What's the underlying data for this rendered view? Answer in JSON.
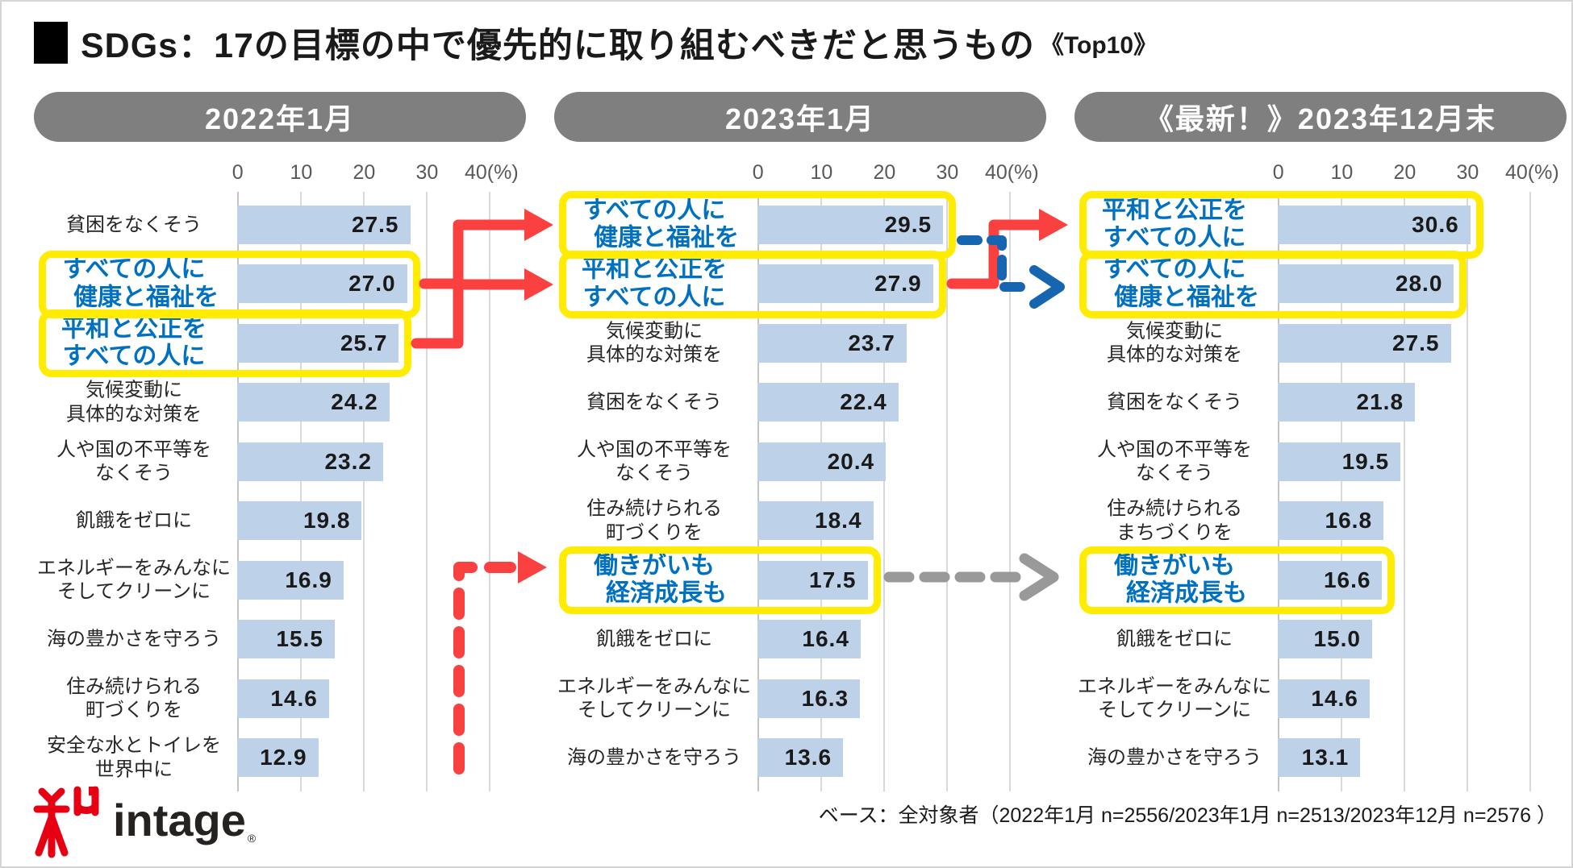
{
  "title": {
    "text": "SDGs：17の目標の中で優先的に取り組むべきだと思うもの",
    "suffix": "《Top10》"
  },
  "axis": {
    "tick_values": [
      0,
      10,
      20,
      30,
      40
    ],
    "tick_labels": [
      "0",
      "10",
      "20",
      "30",
      "40(%)"
    ],
    "max_value": 40
  },
  "chart_data": [
    {
      "type": "bar",
      "orientation": "horizontal",
      "panel_title": "2022年1月",
      "xlim": [
        0,
        40
      ],
      "grid": true,
      "categories": [
        "貧困をなくそう",
        "すべての人に健康と福祉を",
        "平和と公正をすべての人に",
        "気候変動に具体的な対策を",
        "人や国の不平等をなくそう",
        "飢餓をゼロに",
        "エネルギーをみんなにそしてクリーンに",
        "海の豊かさを守ろう",
        "住み続けられる町づくりを",
        "安全な水とトイレを世界中に"
      ],
      "values": [
        27.5,
        27.0,
        25.7,
        24.2,
        23.2,
        19.8,
        16.9,
        15.5,
        14.6,
        12.9
      ],
      "label_lines": [
        [
          "貧困をなくそう"
        ],
        [
          "すべての人に",
          "　健康と福祉を"
        ],
        [
          "平和と公正を",
          "すべての人に"
        ],
        [
          "気候変動に",
          "具体的な対策を"
        ],
        [
          "人や国の不平等を",
          "なくそう"
        ],
        [
          "飢餓をゼロに"
        ],
        [
          "エネルギーをみんなに",
          "そしてクリーンに"
        ],
        [
          "海の豊かさを守ろう"
        ],
        [
          "住み続けられる",
          "町づくりを"
        ],
        [
          "安全な水とトイレを",
          "世界中に"
        ]
      ],
      "highlighted": [
        false,
        true,
        true,
        false,
        false,
        false,
        false,
        false,
        false,
        false
      ]
    },
    {
      "type": "bar",
      "orientation": "horizontal",
      "panel_title": "2023年1月",
      "xlim": [
        0,
        40
      ],
      "grid": true,
      "categories": [
        "すべての人に健康と福祉を",
        "平和と公正をすべての人に",
        "気候変動に具体的な対策を",
        "貧困をなくそう",
        "人や国の不平等をなくそう",
        "住み続けられる町づくりを",
        "働きがいも経済成長も",
        "飢餓をゼロに",
        "エネルギーをみんなにそしてクリーンに",
        "海の豊かさを守ろう"
      ],
      "values": [
        29.5,
        27.9,
        23.7,
        22.4,
        20.4,
        18.4,
        17.5,
        16.4,
        16.3,
        13.6
      ],
      "label_lines": [
        [
          "すべての人に",
          "　健康と福祉を"
        ],
        [
          "平和と公正を",
          "すべての人に"
        ],
        [
          "気候変動に",
          "具体的な対策を"
        ],
        [
          "貧困をなくそう"
        ],
        [
          "人や国の不平等を",
          "なくそう"
        ],
        [
          "住み続けられる",
          "町づくりを"
        ],
        [
          "働きがいも",
          "　経済成長も"
        ],
        [
          "飢餓をゼロに"
        ],
        [
          "エネルギーをみんなに",
          "そしてクリーンに"
        ],
        [
          "海の豊かさを守ろう"
        ]
      ],
      "highlighted": [
        true,
        true,
        false,
        false,
        false,
        false,
        true,
        false,
        false,
        false
      ]
    },
    {
      "type": "bar",
      "orientation": "horizontal",
      "panel_title": "《最新！》2023年12月末",
      "xlim": [
        0,
        40
      ],
      "grid": true,
      "categories": [
        "平和と公正をすべての人に",
        "すべての人に健康と福祉を",
        "気候変動に具体的な対策を",
        "貧困をなくそう",
        "人や国の不平等をなくそう",
        "住み続けられるまちづくりを",
        "働きがいも経済成長も",
        "飢餓をゼロに",
        "エネルギーをみんなにそしてクリーンに",
        "海の豊かさを守ろう"
      ],
      "values": [
        30.6,
        28.0,
        27.5,
        21.8,
        19.5,
        16.8,
        16.6,
        15.0,
        14.6,
        13.1
      ],
      "label_lines": [
        [
          "平和と公正を",
          "すべての人に"
        ],
        [
          "すべての人に",
          "　健康と福祉を"
        ],
        [
          "気候変動に",
          "具体的な対策を"
        ],
        [
          "貧困をなくそう"
        ],
        [
          "人や国の不平等を",
          "なくそう"
        ],
        [
          "住み続けられる",
          "まちづくりを"
        ],
        [
          "働きがいも",
          "　経済成長も"
        ],
        [
          "飢餓をゼロに"
        ],
        [
          "エネルギーをみんなに",
          "そしてクリーンに"
        ],
        [
          "海の豊かさを守ろう"
        ]
      ],
      "highlighted": [
        true,
        true,
        false,
        false,
        false,
        false,
        true,
        false,
        false,
        false
      ]
    }
  ],
  "arrows": [
    {
      "name": "arrow-health-2022-to-2023",
      "style": "solid",
      "color": "#fb4040",
      "from": "2022年1月 すべての人に健康と福祉を",
      "to": "2023年1月 1位"
    },
    {
      "name": "arrow-peace-2022-to-2023",
      "style": "solid",
      "color": "#fb4040",
      "from": "2022年1月 平和と公正をすべての人に",
      "to": "2023年1月 2位"
    },
    {
      "name": "arrow-peace-2023-to-dec-no1",
      "style": "solid",
      "color": "#fb4040",
      "from": "2023年1月 平和と公正をすべての人に",
      "to": "2023年12月末 1位"
    },
    {
      "name": "arrow-health-2023-to-dec-no2",
      "style": "dashed",
      "color": "#1565b0",
      "from": "2023年1月 すべての人に健康と福祉を",
      "to": "2023年12月末 2位"
    },
    {
      "name": "arrow-work-new-entry",
      "style": "dashed",
      "color": "#fb4040",
      "from": "2022年1月 圏外",
      "to": "2023年1月 働きがいも経済成長も"
    },
    {
      "name": "arrow-work-flat",
      "style": "dashed",
      "color": "#999999",
      "from": "2023年1月 働きがいも経済成長も",
      "to": "2023年12月末 働きがいも経済成長も"
    }
  ],
  "footer": {
    "base_note": "ベース：全対象者（2022年1月 n=2556/2023年1月 n=2513/2023年12月 n=2576 ）",
    "logo_text": "intage",
    "reg_mark": "®"
  },
  "colors": {
    "bar_fill": "#bdd2e8",
    "highlight_yellow": "#ffec00",
    "highlight_text_blue": "#0070c0",
    "pill_gray": "#7f7f7f",
    "gridline": "#d9d9d9",
    "arrow_red": "#fb4040",
    "arrow_blue": "#1565b0",
    "arrow_gray": "#999999",
    "intage_red": "#e60012"
  }
}
